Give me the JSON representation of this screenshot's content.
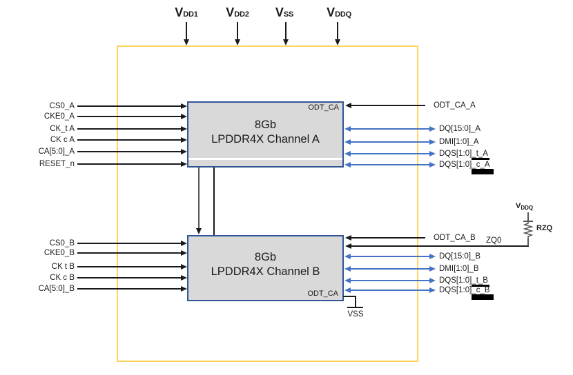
{
  "power_rails": [
    {
      "main": "V",
      "sub": "DD1"
    },
    {
      "main": "V",
      "sub": "DD2"
    },
    {
      "main": "V",
      "sub": "SS"
    },
    {
      "main": "V",
      "sub": "DDQ"
    }
  ],
  "channel_a": {
    "title_line1": "8Gb",
    "title_line2": "LPDDR4X Channel A",
    "corner_label": "ODT_CA",
    "left_signals": [
      "CS0_A",
      "CKE0_A",
      "CK_t A",
      "CK c A",
      "CA[5:0]_A",
      "RESET_n"
    ],
    "odt_input": "ODT_CA_A",
    "io_signals": [
      {
        "base": "DQ[15:0]_A",
        "underlined": ""
      },
      {
        "base": "DMI[1:0]_A",
        "underlined": ""
      },
      {
        "base": "DQS[1:0]",
        "underlined": "_t_A"
      },
      {
        "base": "DQS[1:0]",
        "underlined": "_c_A"
      }
    ]
  },
  "channel_b": {
    "title_line1": "8Gb",
    "title_line2": "LPDDR4X Channel B",
    "corner_label": "ODT_CA",
    "left_signals": [
      "CS0_B",
      "CKE0_B",
      "CK t B",
      "CK c B",
      "CA[5:0]_B"
    ],
    "odt_input": "ODT_CA_B",
    "zq_pin": "ZQ0",
    "io_signals": [
      {
        "base": "DQ[15:0]_B",
        "underlined": ""
      },
      {
        "base": "DMI[1:0]_B",
        "underlined": ""
      },
      {
        "base": "DQS[1:0]",
        "underlined": "_t_B"
      },
      {
        "base": "DQS[1:0]",
        "underlined": "_c_B"
      }
    ]
  },
  "zq_network": {
    "rail_main": "V",
    "rail_sub": "DDQ",
    "resistor": "RZQ"
  },
  "ground": {
    "label": "VSS"
  },
  "colors": {
    "accent_blue": "#4472C4",
    "block_border": "#2F5597",
    "block_fill": "#D9D9D9",
    "package_outline": "#FFD45E",
    "line": "#1A1A1A"
  }
}
